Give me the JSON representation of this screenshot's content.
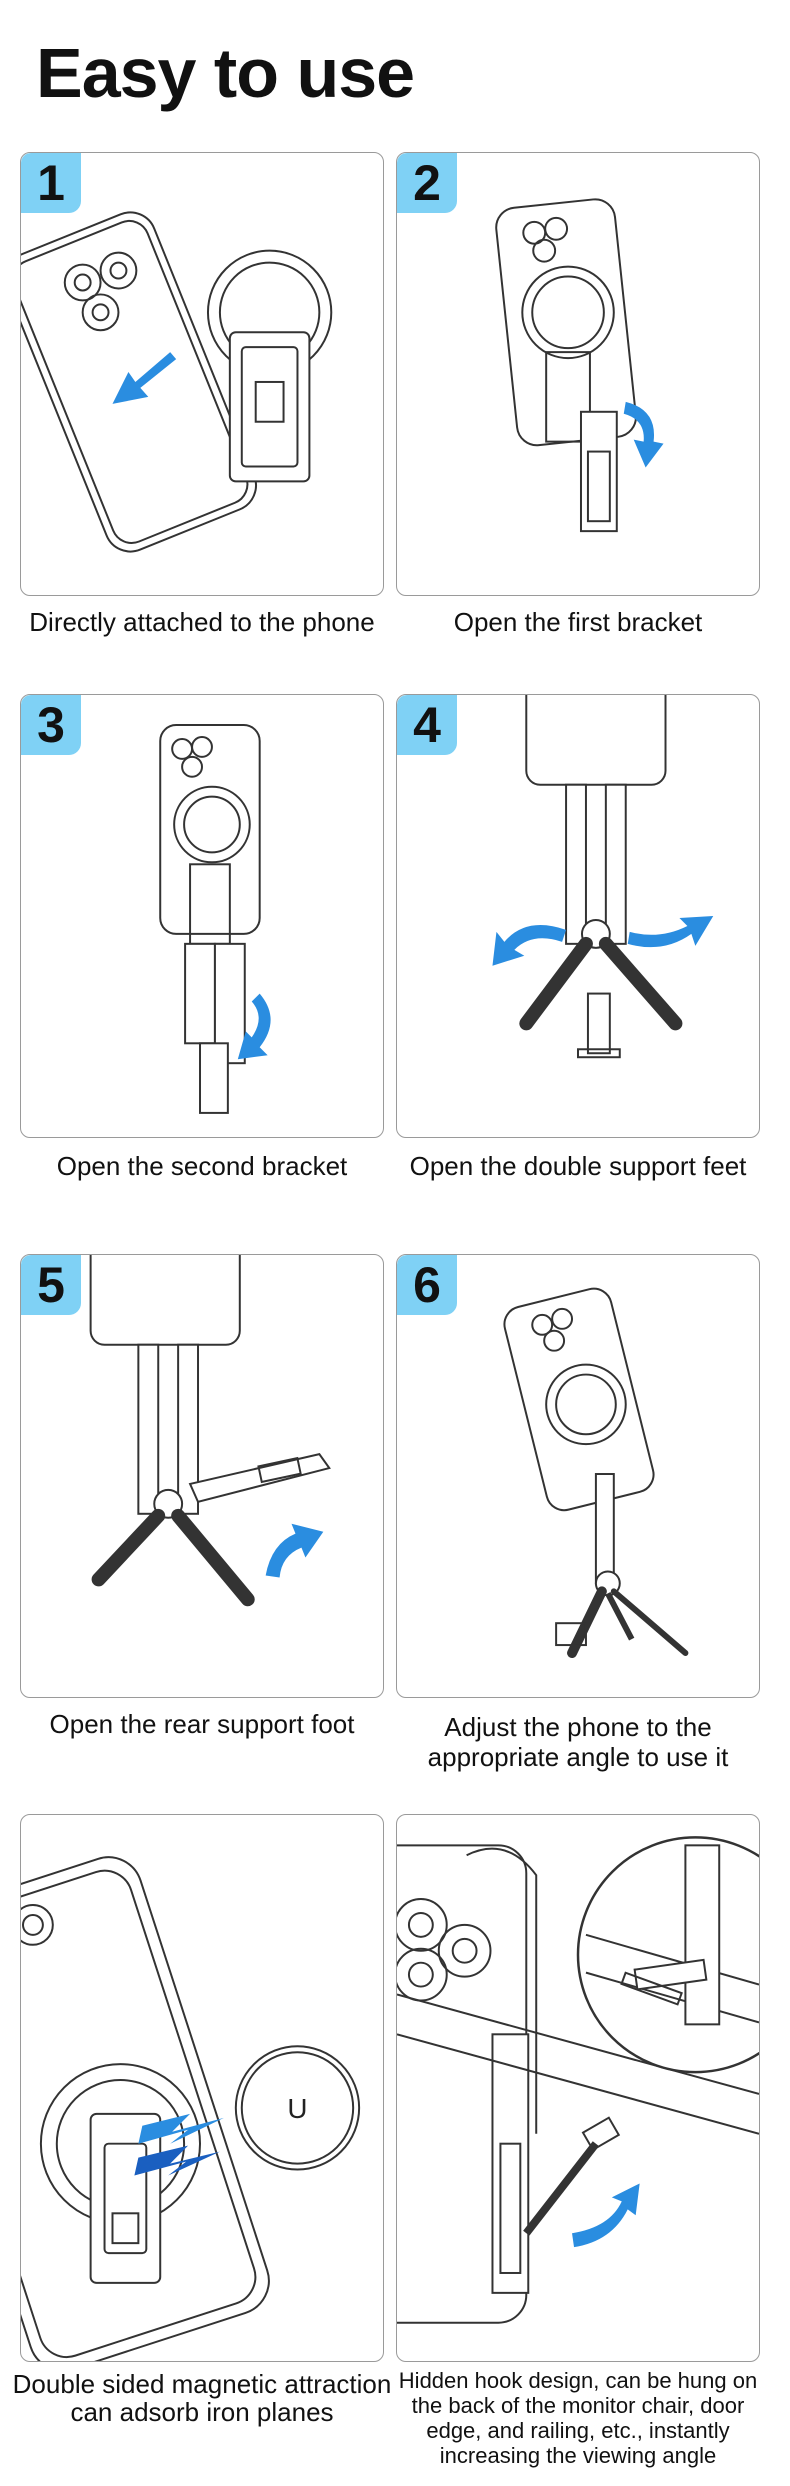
{
  "heading": "Easy to use",
  "accent_color": "#7fd1f5",
  "arrow_color": "#2a8de0",
  "steps": [
    {
      "number": "1",
      "caption": "Directly attached to the phone"
    },
    {
      "number": "2",
      "caption": "Open the first bracket"
    },
    {
      "number": "3",
      "caption": "Open the second bracket"
    },
    {
      "number": "4",
      "caption": "Open the double support feet"
    },
    {
      "number": "5",
      "caption": "Open the rear support foot"
    },
    {
      "number": "6",
      "caption": "Adjust the phone to the appropriate angle to use it"
    }
  ],
  "features": [
    {
      "caption": "Double sided magnetic attraction can adsorb iron planes",
      "plate_letter": "U"
    },
    {
      "caption": "Hidden hook design, can be hung on the back of the monitor chair, door edge, and railing, etc., instantly increasing the viewing angle"
    }
  ]
}
